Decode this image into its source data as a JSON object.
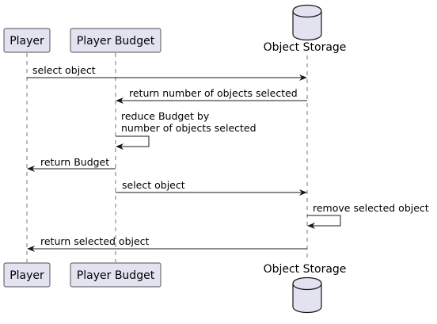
{
  "participants": {
    "player": "Player",
    "budget": "Player Budget",
    "storage": "Object Storage"
  },
  "messages": [
    {
      "label": "select object"
    },
    {
      "label": "return number of objects selected"
    },
    {
      "label_line1": "reduce Budget by",
      "label_line2": "number of objects selected"
    },
    {
      "label": "return Budget"
    },
    {
      "label": "select object"
    },
    {
      "label": "remove selected object"
    },
    {
      "label": "return selected object"
    }
  ]
}
